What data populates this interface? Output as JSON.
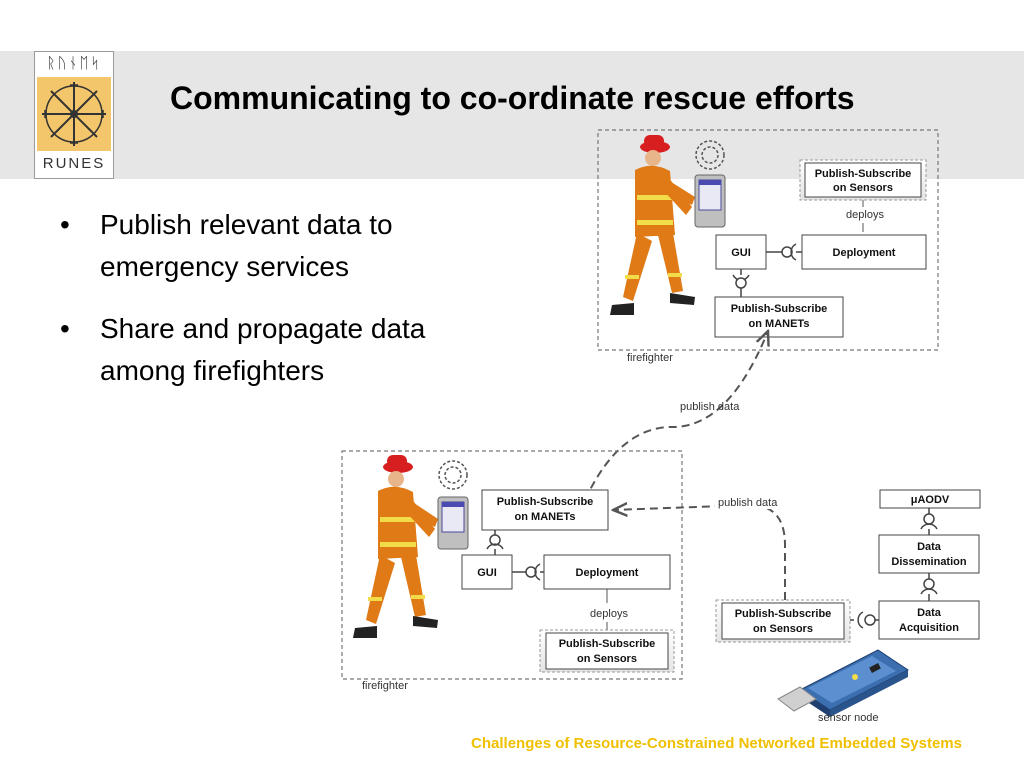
{
  "logo": {
    "runes_top": "ᚱᚢᚾᛖᛋ",
    "runes_bottom": "RUNES"
  },
  "title": "Communicating to co-ordinate rescue efforts",
  "bullets": [
    "Publish relevant data to emergency services",
    "Share and propagate data among firefighters"
  ],
  "diagram": {
    "top_group": {
      "label": "firefighter",
      "pubsub_sensors": [
        "Publish-Subscribe",
        "on Sensors"
      ],
      "deploys": "deploys",
      "gui": "GUI",
      "deployment": "Deployment",
      "pubsub_manets": [
        "Publish-Subscribe",
        "on MANETs"
      ]
    },
    "publish_data_top": "publish data",
    "bottom_group": {
      "label": "firefighter",
      "pubsub_manets": [
        "Publish-Subscribe",
        "on MANETs"
      ],
      "gui": "GUI",
      "deployment": "Deployment",
      "deploys": "deploys",
      "pubsub_sensors": [
        "Publish-Subscribe",
        "on Sensors"
      ]
    },
    "publish_data_right": "publish data",
    "sensor_group": {
      "uaodv": "μAODV",
      "data_dissemination": [
        "Data",
        "Dissemination"
      ],
      "data_acquisition": [
        "Data",
        "Acquisition"
      ],
      "pubsub_sensors": [
        "Publish-Subscribe",
        "on Sensors"
      ],
      "label": "sensor node"
    }
  },
  "footer": "Challenges of Resource-Constrained Networked Embedded Systems",
  "colors": {
    "footer": "#f0c000",
    "logo_bg": "#f4c66c",
    "header_band": "#e6e6e6"
  }
}
